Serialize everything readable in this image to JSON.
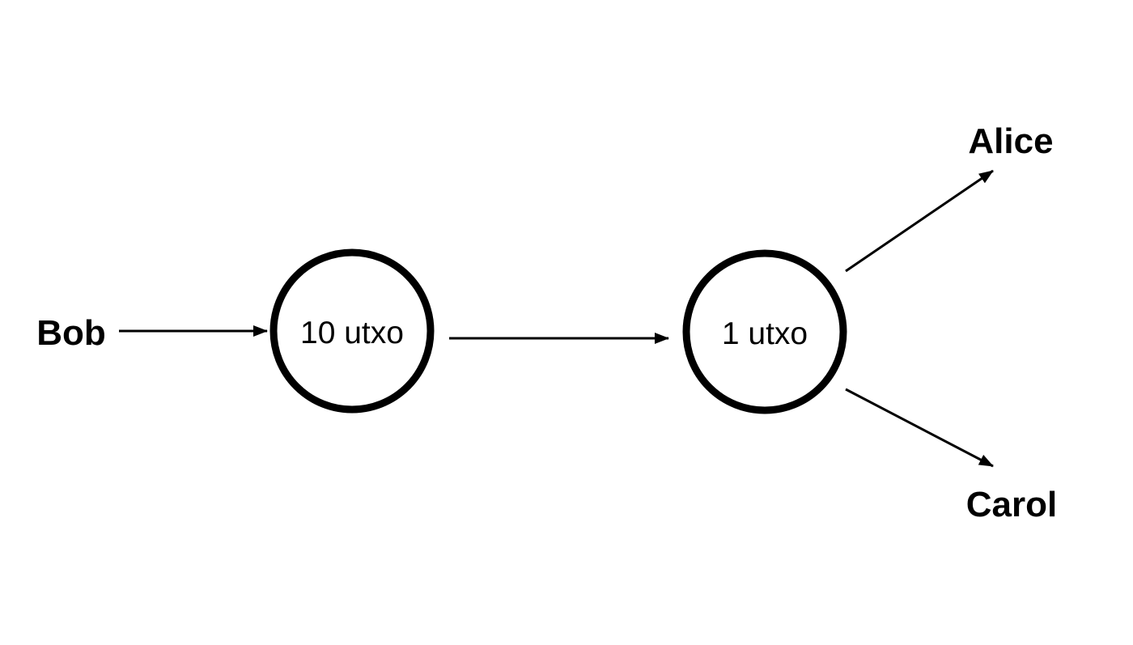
{
  "diagram": {
    "parties": {
      "sender": "Bob",
      "recipient_top": "Alice",
      "recipient_bottom": "Carol"
    },
    "nodes": {
      "input_utxo": "10 utxo",
      "output_utxo": "1 utxo"
    },
    "edges": [
      {
        "from": "Bob",
        "to": "10 utxo"
      },
      {
        "from": "10 utxo",
        "to": "1 utxo"
      },
      {
        "from": "1 utxo",
        "to": "Alice"
      },
      {
        "from": "1 utxo",
        "to": "Carol"
      }
    ],
    "colors": {
      "stroke": "#000000",
      "background": "#ffffff"
    }
  }
}
